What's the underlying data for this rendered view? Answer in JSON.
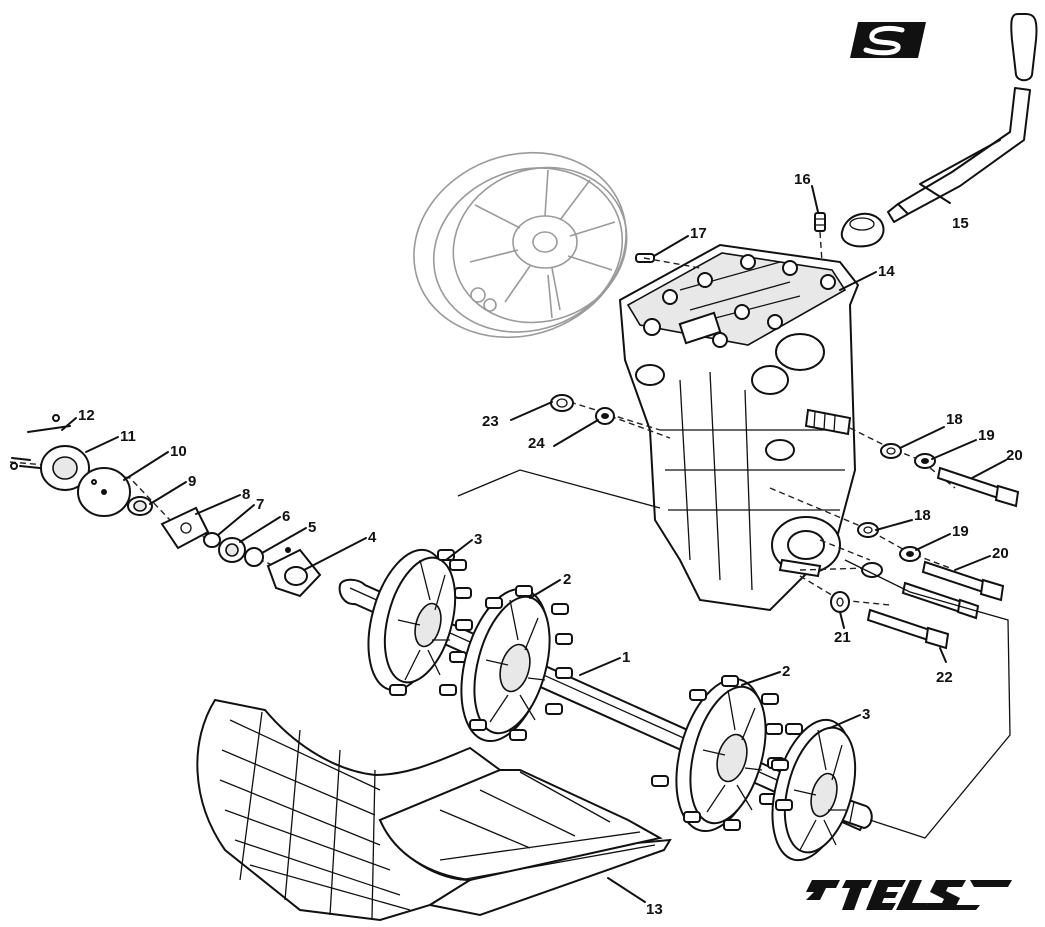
{
  "diagram": {
    "logos": {
      "brand_mark": "S",
      "brand_wordmark": "STELS"
    },
    "callouts": [
      {
        "id": "c1",
        "label": "1"
      },
      {
        "id": "c2a",
        "label": "2"
      },
      {
        "id": "c2b",
        "label": "2"
      },
      {
        "id": "c3a",
        "label": "3"
      },
      {
        "id": "c3b",
        "label": "3"
      },
      {
        "id": "c4",
        "label": "4"
      },
      {
        "id": "c5",
        "label": "5"
      },
      {
        "id": "c6",
        "label": "6"
      },
      {
        "id": "c7",
        "label": "7"
      },
      {
        "id": "c8",
        "label": "8"
      },
      {
        "id": "c9",
        "label": "9"
      },
      {
        "id": "c10",
        "label": "10"
      },
      {
        "id": "c11",
        "label": "11"
      },
      {
        "id": "c12",
        "label": "12"
      },
      {
        "id": "c13",
        "label": "13"
      },
      {
        "id": "c14",
        "label": "14"
      },
      {
        "id": "c15",
        "label": "15"
      },
      {
        "id": "c16",
        "label": "16"
      },
      {
        "id": "c17",
        "label": "17"
      },
      {
        "id": "c18a",
        "label": "18"
      },
      {
        "id": "c18b",
        "label": "18"
      },
      {
        "id": "c19a",
        "label": "19"
      },
      {
        "id": "c19b",
        "label": "19"
      },
      {
        "id": "c20a",
        "label": "20"
      },
      {
        "id": "c20b",
        "label": "20"
      },
      {
        "id": "c21",
        "label": "21"
      },
      {
        "id": "c22",
        "label": "22"
      },
      {
        "id": "c23",
        "label": "23"
      },
      {
        "id": "c24",
        "label": "24"
      }
    ],
    "colors": {
      "ink": "#111111",
      "background": "#ffffff",
      "ghost": "#9a9a9a"
    }
  }
}
